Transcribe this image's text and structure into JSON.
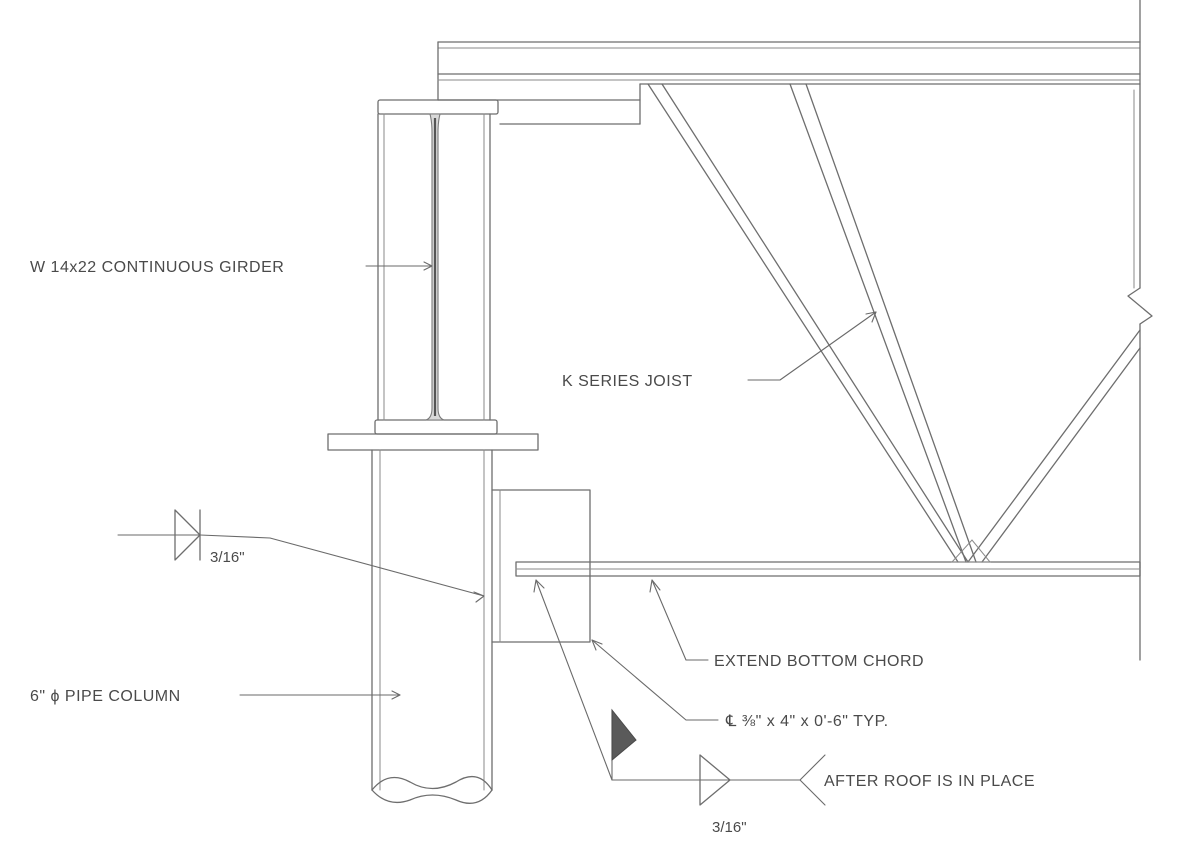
{
  "labels": {
    "girder": "W 14x22 CONTINUOUS GIRDER",
    "joist": "K SERIES JOIST",
    "weld_top": "3/16\"",
    "pipe_column": "6\" ϕ PIPE COLUMN",
    "bottom_chord": "EXTEND BOTTOM CHORD",
    "plate": "℄ ⅜\" x 4\" x 0'-6\" TYP.",
    "after_roof": "AFTER ROOF IS IN PLACE",
    "weld_bottom": "3/16\""
  }
}
